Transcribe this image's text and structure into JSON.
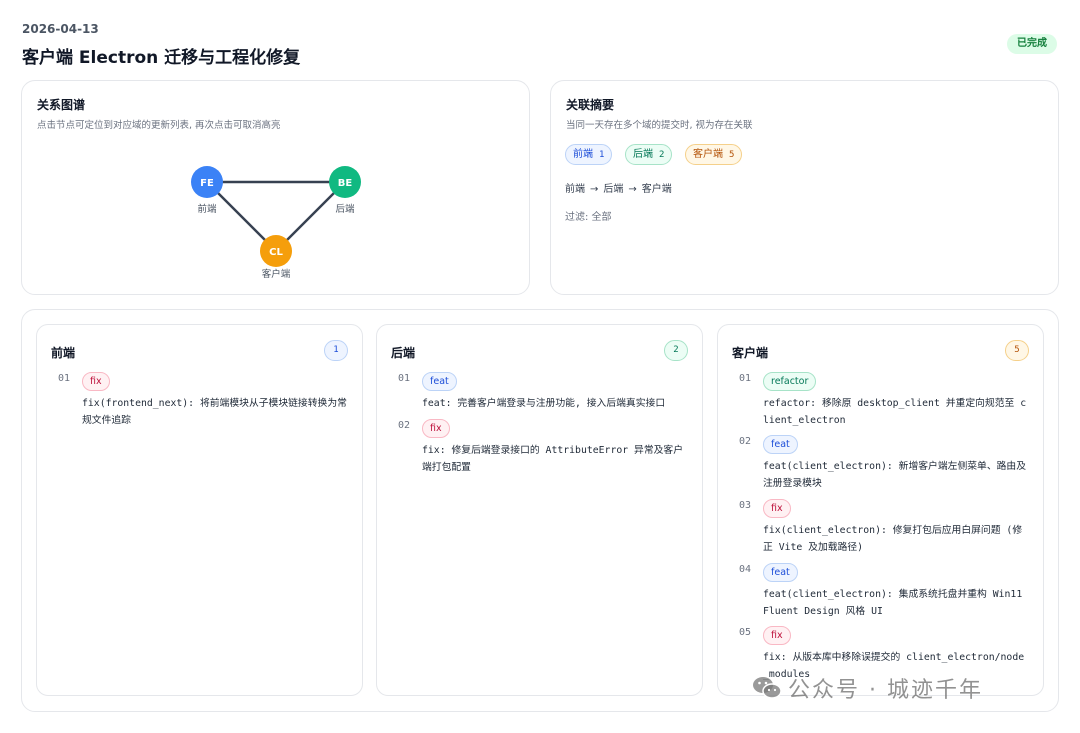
{
  "header": {
    "date": "2026-04-13",
    "title": "客户端 Electron 迁移与工程化修复",
    "status": "已完成"
  },
  "graph": {
    "title": "关系图谱",
    "subtitle": "点击节点可定位到对应域的更新列表, 再次点击可取消高亮",
    "nodes": [
      {
        "code": "FE",
        "label": "前端",
        "color": "#3b82f6"
      },
      {
        "code": "BE",
        "label": "后端",
        "color": "#10b981"
      },
      {
        "code": "CL",
        "label": "客户端",
        "color": "#f59e0b"
      }
    ]
  },
  "summary": {
    "title": "关联摘要",
    "subtitle": "当同一天存在多个域的提交时, 视为存在关联",
    "pills": [
      {
        "label": "前端",
        "count": "1"
      },
      {
        "label": "后端",
        "count": "2"
      },
      {
        "label": "客户端",
        "count": "5"
      }
    ],
    "flow": [
      "前端",
      "后端",
      "客户端"
    ],
    "flow_arrow": "→",
    "filter": "过滤: 全部"
  },
  "columns": [
    {
      "title": "前端",
      "count": "1",
      "entries": [
        {
          "idx": "01",
          "tag": "fix",
          "msg": "fix(frontend_next): 将前端模块从子模块链接转换为常规文件追踪"
        }
      ]
    },
    {
      "title": "后端",
      "count": "2",
      "entries": [
        {
          "idx": "01",
          "tag": "feat",
          "msg": "feat: 完善客户端登录与注册功能, 接入后端真实接口"
        },
        {
          "idx": "02",
          "tag": "fix",
          "msg": "fix: 修复后端登录接口的 AttributeError 异常及客户端打包配置"
        }
      ]
    },
    {
      "title": "客户端",
      "count": "5",
      "entries": [
        {
          "idx": "01",
          "tag": "refactor",
          "msg": "refactor: 移除原 desktop_client 并重定向规范至 client_electron"
        },
        {
          "idx": "02",
          "tag": "feat",
          "msg": "feat(client_electron): 新增客户端左侧菜单、路由及注册登录模块"
        },
        {
          "idx": "03",
          "tag": "fix",
          "msg": "fix(client_electron): 修复打包后应用白屏问题 (修正 Vite 及加载路径)"
        },
        {
          "idx": "04",
          "tag": "feat",
          "msg": "feat(client_electron): 集成系统托盘并重构 Win11 Fluent Design 风格 UI"
        },
        {
          "idx": "05",
          "tag": "fix",
          "msg": "fix: 从版本库中移除误提交的 client_electron/node_modules"
        }
      ]
    }
  ],
  "watermark": "公众号 · 城迹千年"
}
